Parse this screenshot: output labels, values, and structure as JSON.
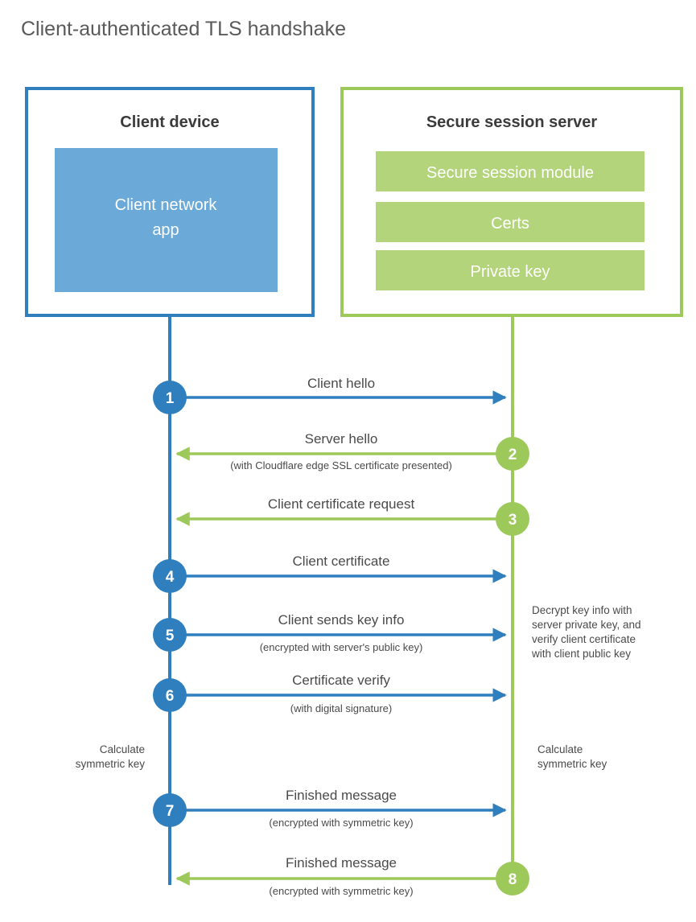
{
  "title": "Client-authenticated TLS handshake",
  "colors": {
    "blue": "#2f7fbf",
    "green": "#9dc95a",
    "blue_fill": "#6aa9d8",
    "text": "#4a4a4a",
    "heading": "#3b3b3b",
    "background": "#ffffff"
  },
  "client_box": {
    "title": "Client device",
    "inner_label_line1": "Client network",
    "inner_label_line2": "app"
  },
  "server_box": {
    "title": "Secure session server",
    "items": [
      "Secure session module",
      "Certs",
      "Private key"
    ]
  },
  "lifelines": {
    "client_label": "Client device",
    "server_label": "Secure session server"
  },
  "steps": [
    {
      "number": "1",
      "label": "Client hello",
      "sublabel": "",
      "direction": "client-to-server",
      "color": "#2f7fbf"
    },
    {
      "number": "2",
      "label": "Server hello",
      "sublabel": "(with Cloudflare edge SSL certificate presented)",
      "direction": "server-to-client",
      "color": "#9dc95a"
    },
    {
      "number": "3",
      "label": "Client certificate request",
      "sublabel": "",
      "direction": "server-to-client",
      "color": "#9dc95a"
    },
    {
      "number": "4",
      "label": "Client certificate",
      "sublabel": "",
      "direction": "client-to-server",
      "color": "#2f7fbf"
    },
    {
      "number": "5",
      "label": "Client sends key info",
      "sublabel": "(encrypted with server's public key)",
      "direction": "client-to-server",
      "color": "#2f7fbf"
    },
    {
      "number": "6",
      "label": "Certificate verify",
      "sublabel": "(with digital signature)",
      "direction": "client-to-server",
      "color": "#2f7fbf"
    },
    {
      "number": "7",
      "label": "Finished message",
      "sublabel": "(encrypted with symmetric key)",
      "direction": "client-to-server",
      "color": "#2f7fbf"
    },
    {
      "number": "8",
      "label": "Finished message",
      "sublabel": "(encrypted with symmetric key)",
      "direction": "server-to-client",
      "color": "#9dc95a"
    }
  ],
  "notes": {
    "server_decrypt": [
      "Decrypt key info with",
      "server private key, and",
      "verify client certificate",
      "with client public key"
    ],
    "client_calculate": [
      "Calculate",
      "symmetric key"
    ],
    "server_calculate": [
      "Calculate",
      "symmetric key"
    ]
  }
}
